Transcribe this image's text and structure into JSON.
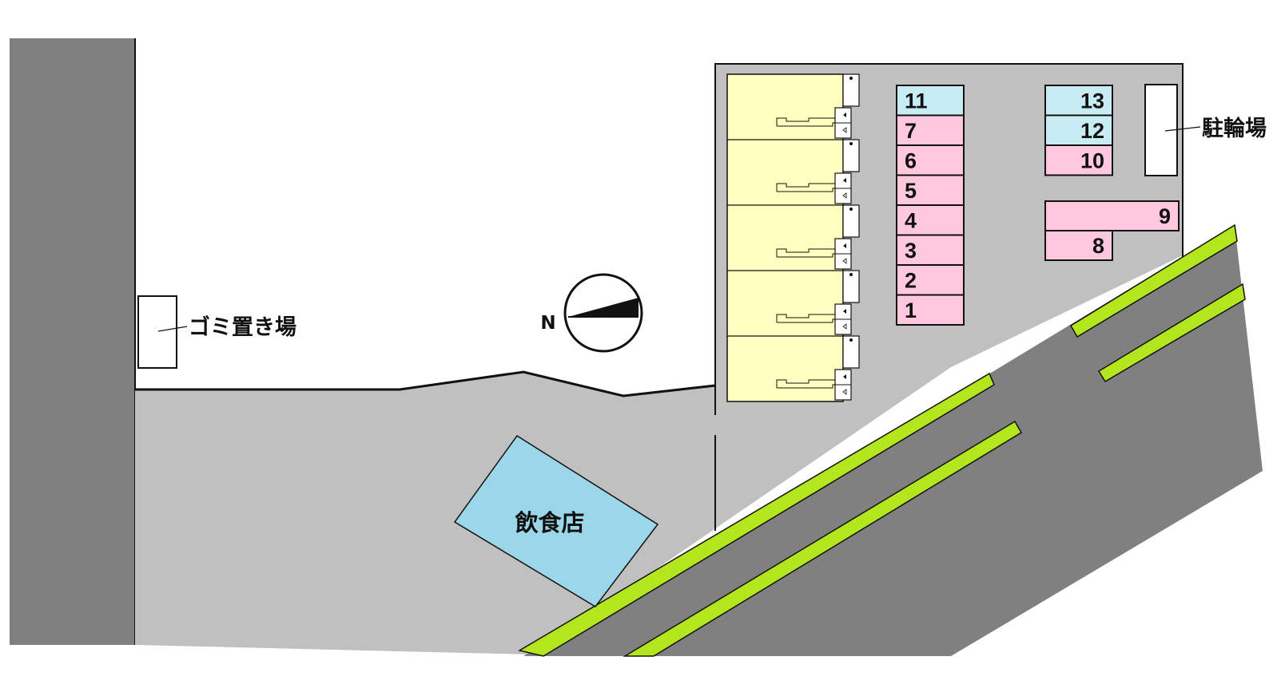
{
  "labels": {
    "garbage": "ゴミ置き場",
    "bicycle": "駐輪場",
    "restaurant": "飲食店",
    "north": "N"
  },
  "parking_column_1": [
    {
      "number": "11",
      "kind": "light"
    },
    {
      "number": "7",
      "kind": "regular"
    },
    {
      "number": "6",
      "kind": "regular"
    },
    {
      "number": "5",
      "kind": "regular"
    },
    {
      "number": "4",
      "kind": "regular"
    },
    {
      "number": "3",
      "kind": "regular"
    },
    {
      "number": "2",
      "kind": "regular"
    },
    {
      "number": "1",
      "kind": "regular"
    }
  ],
  "parking_column_2": [
    {
      "number": "13",
      "kind": "light"
    },
    {
      "number": "12",
      "kind": "light"
    },
    {
      "number": "10",
      "kind": "regular"
    }
  ],
  "parking_wide": {
    "number": "9",
    "kind": "regular"
  },
  "parking_lower": {
    "number": "8",
    "kind": "regular"
  },
  "building_units": 5,
  "colors": {
    "road": "#808080",
    "ground": "#c0c0c0",
    "building": "#ffffc0",
    "restaurant": "#9bd7e8",
    "slot_regular": "#ffc8dc",
    "slot_light": "#c8ecf4",
    "road_stripe": "#b4e61e",
    "outline": "#111111"
  }
}
